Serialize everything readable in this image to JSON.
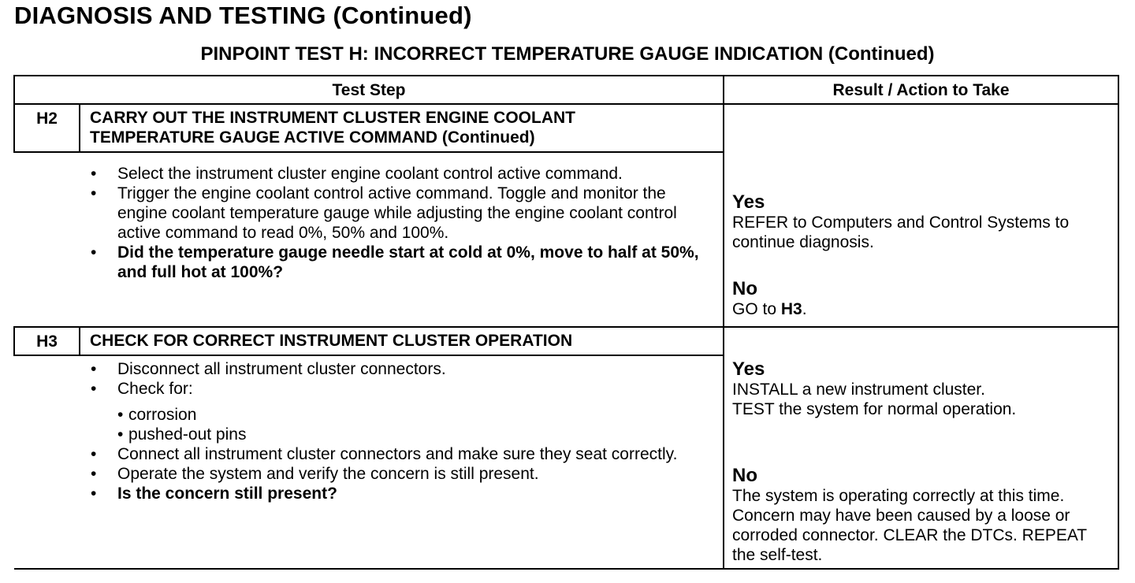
{
  "page_title": "DIAGNOSIS AND TESTING (Continued)",
  "test_title": "PINPOINT TEST H:  INCORRECT TEMPERATURE GAUGE INDICATION (Continued)",
  "headers": {
    "test_step": "Test Step",
    "result_action": "Result / Action to Take"
  },
  "h2": {
    "id": "H2",
    "title_line1": "CARRY OUT THE INSTRUMENT CLUSTER ENGINE COOLANT",
    "title_line2": "TEMPERATURE GAUGE ACTIVE COMMAND (Continued)",
    "steps": [
      "Select the instrument cluster engine coolant control active command.",
      "Trigger the engine coolant control active command. Toggle and monitor the engine coolant temperature gauge while adjusting the engine coolant control active command to read 0%, 50% and 100%.",
      "Did the temperature gauge needle start at cold at 0%, move to half at 50%, and full hot at 100%?"
    ],
    "yes_label": "Yes",
    "yes_text": "REFER to Computers and Control Systems to continue diagnosis.",
    "no_label": "No",
    "no_text_prefix": "GO to ",
    "no_target": "H3",
    "no_text_suffix": "."
  },
  "h3": {
    "id": "H3",
    "title": "CHECK FOR CORRECT INSTRUMENT CLUSTER OPERATION",
    "steps": [
      "Disconnect all instrument cluster connectors.",
      "Check for:",
      "Connect all instrument cluster connectors and make sure they seat correctly.",
      "Operate the system and verify the concern is still present.",
      "Is the concern still present?"
    ],
    "check_items": [
      "corrosion",
      "pushed-out pins"
    ],
    "yes_label": "Yes",
    "yes_text_line1": "INSTALL a new instrument cluster.",
    "yes_text_line2": "TEST the system for normal operation.",
    "no_label": "No",
    "no_text": "The system is operating correctly at this time. Concern may have been caused by a loose or corroded connector. CLEAR the DTCs. REPEAT the self-test."
  }
}
